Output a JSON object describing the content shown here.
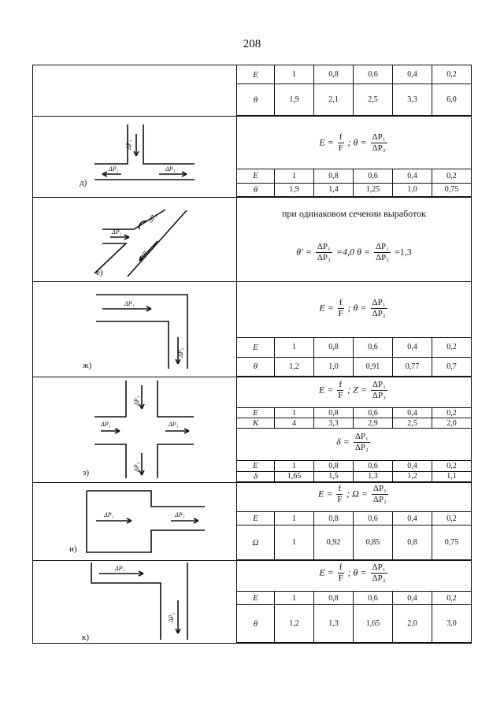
{
  "page_number": "208",
  "rows": [
    {
      "label": "",
      "tables": [
        {
          "head": "E",
          "values": [
            "1",
            "0,8",
            "0,6",
            "0,4",
            "0,2"
          ]
        },
        {
          "head": "θ",
          "values": [
            "1,9",
            "2,1",
            "2,5",
            "3,3",
            "6,0"
          ]
        }
      ]
    },
    {
      "label": "д)",
      "diagram_labels": [
        "ΔP₁",
        "ΔP₂",
        "ΔP₃"
      ],
      "formula": {
        "lhs1": "E =",
        "n1": "f",
        "d1": "F",
        "sep": "; θ =",
        "n2": "ΔP₁",
        "d2": "ΔP₂"
      },
      "tables": [
        {
          "head": "E",
          "values": [
            "1",
            "0,8",
            "0,6",
            "0,4",
            "0,2"
          ]
        },
        {
          "head": "θ",
          "values": [
            "1,9",
            "1,4",
            "1,25",
            "1,0",
            "0,75"
          ]
        }
      ]
    },
    {
      "label": "е)",
      "diagram_labels": [
        "ΔP₁",
        "ΔP₂",
        "ΔP₃"
      ],
      "note": "при одинаковом сечении выработок",
      "formula": {
        "lhs1": "θ' =",
        "n1": "ΔP₁",
        "d1": "ΔP₃",
        "mid": "=4,0   θ =",
        "n2": "ΔP₁",
        "d2": "ΔP₂",
        "tail": "=1,3"
      }
    },
    {
      "label": "ж)",
      "diagram_labels": [
        "ΔP₁",
        "ΔP₂"
      ],
      "formula": {
        "lhs1": "E =",
        "n1": "f",
        "d1": "F",
        "sep": "; θ =",
        "n2": "ΔP₁",
        "d2": "ΔP₂"
      },
      "tables": [
        {
          "head": "E",
          "values": [
            "1",
            "0,8",
            "0,6",
            "0,4",
            "0,2"
          ]
        },
        {
          "head": "θ",
          "values": [
            "1,2",
            "1,0",
            "0,91",
            "0,77",
            "0,7"
          ]
        }
      ]
    },
    {
      "label": "з)",
      "diagram_labels": [
        "ΔP₁",
        "ΔP₂",
        "ΔP₃",
        "ΔP₄"
      ],
      "formula": {
        "lhs1": "E =",
        "n1": "f",
        "d1": "F",
        "sep": "; Z =",
        "n2": "ΔP₁",
        "d2": "ΔP₃"
      },
      "tables": [
        {
          "head": "E",
          "values": [
            "1",
            "0,8",
            "0,6",
            "0,4",
            "0,2"
          ]
        },
        {
          "head": "K",
          "values": [
            "4",
            "3,3",
            "2,9",
            "2,5",
            "2,0"
          ]
        }
      ],
      "formula2": {
        "lhs1": "δ =",
        "n1": "ΔP₁",
        "d1": "ΔP₂"
      },
      "tables2": [
        {
          "head": "E",
          "values": [
            "1",
            "0,8",
            "0,6",
            "0,4",
            "0,2"
          ]
        },
        {
          "head": "δ",
          "values": [
            "1,65",
            "1,5",
            "1,3",
            "1,2",
            "1,1"
          ]
        }
      ]
    },
    {
      "label": "и)",
      "diagram_labels": [
        "ΔP₁",
        "ΔP₂"
      ],
      "formula": {
        "lhs1": "E =",
        "n1": "f",
        "d1": "F",
        "sep": "; Ω =",
        "n2": "ΔP₁",
        "d2": "ΔP₂"
      },
      "tables": [
        {
          "head": "E",
          "values": [
            "1",
            "0,8",
            "0,6",
            "0,4",
            "0,2"
          ]
        },
        {
          "head": "Ω",
          "values": [
            "1",
            "0,92",
            "0,85",
            "0,8",
            "0,75"
          ]
        }
      ]
    },
    {
      "label": "к)",
      "diagram_labels": [
        "ΔP₁",
        "ΔP₂"
      ],
      "formula": {
        "lhs1": "E =",
        "n1": "f",
        "d1": "F",
        "sep": "; θ =",
        "n2": "ΔP₁",
        "d2": "ΔP₂"
      },
      "tables": [
        {
          "head": "E",
          "values": [
            "1",
            "0,8",
            "0,6",
            "0,4",
            "0,2"
          ]
        },
        {
          "head": "θ",
          "values": [
            "1,2",
            "1,3",
            "1,65",
            "2,0",
            "3,0"
          ]
        }
      ]
    }
  ]
}
